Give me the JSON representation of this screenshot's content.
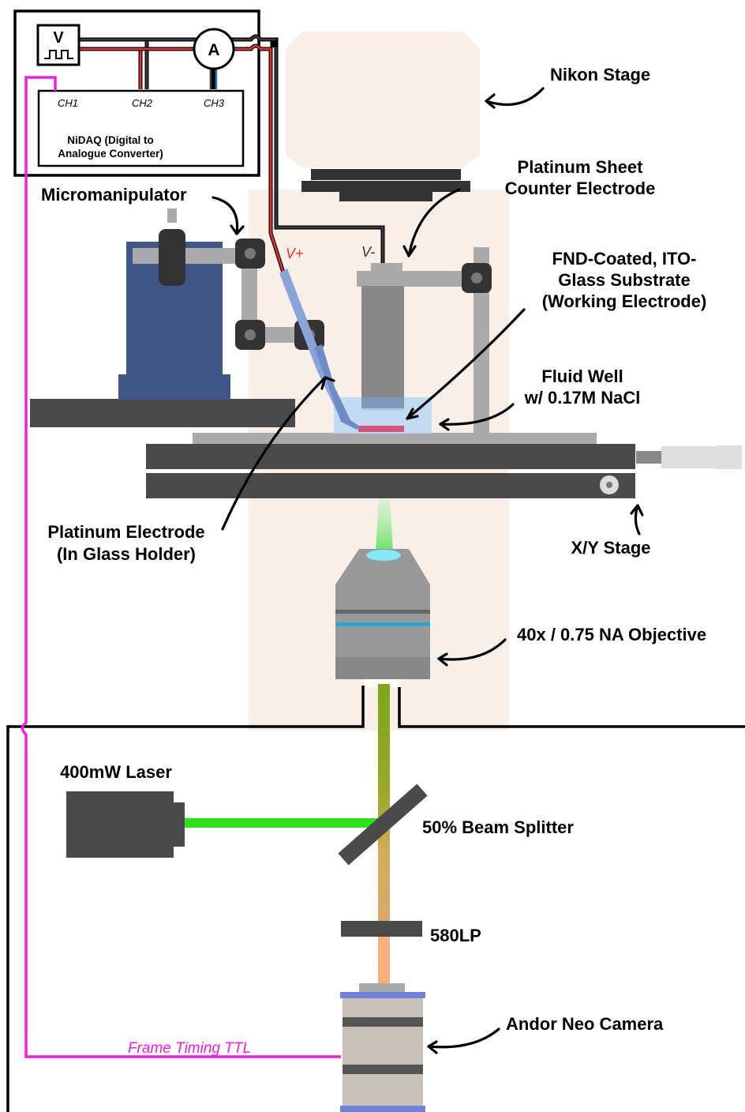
{
  "labels": {
    "nikon_stage": "Nikon Stage",
    "counter_electrode_1": "Platinum Sheet",
    "counter_electrode_2": "Counter Electrode",
    "micromanipulator": "Micromanipulator",
    "working_electrode_1": "FND-Coated, ITO-",
    "working_electrode_2": "Glass Substrate",
    "working_electrode_3": "(Working Electrode)",
    "fluid_well_1": "Fluid Well",
    "fluid_well_2": "w/ 0.17M NaCl",
    "platinum_electrode_1": "Platinum Electrode",
    "platinum_electrode_2": "(In Glass Holder)",
    "xy_stage": "X/Y Stage",
    "objective": "40x / 0.75 NA Objective",
    "laser": "400mW Laser",
    "beam_splitter": "50% Beam Splitter",
    "filter": "580LP",
    "camera": "Andor Neo Camera",
    "frame_timing": "Frame Timing TTL",
    "v_plus": "V+",
    "v_minus": "V-"
  },
  "daq": {
    "voltage_source": "V",
    "ammeter": "A",
    "ch1": "CH1",
    "ch2": "CH2",
    "ch3": "CH3",
    "title_1": "NiDAQ (Digital to",
    "title_2": "Analogue Converter)"
  },
  "colors": {
    "positive_wire": "#e8322d",
    "negative_wire": "#3a3a3a",
    "ch3_wire": "#2e6fd1",
    "ttl_wire": "#f01fdc",
    "laser_beam": "#2ee01e",
    "microscope_body": "#f8efe8",
    "micromanipulator_base": "#3f5687",
    "fluid": "#b9d7f1",
    "fluorescence": "#f5b07e"
  }
}
